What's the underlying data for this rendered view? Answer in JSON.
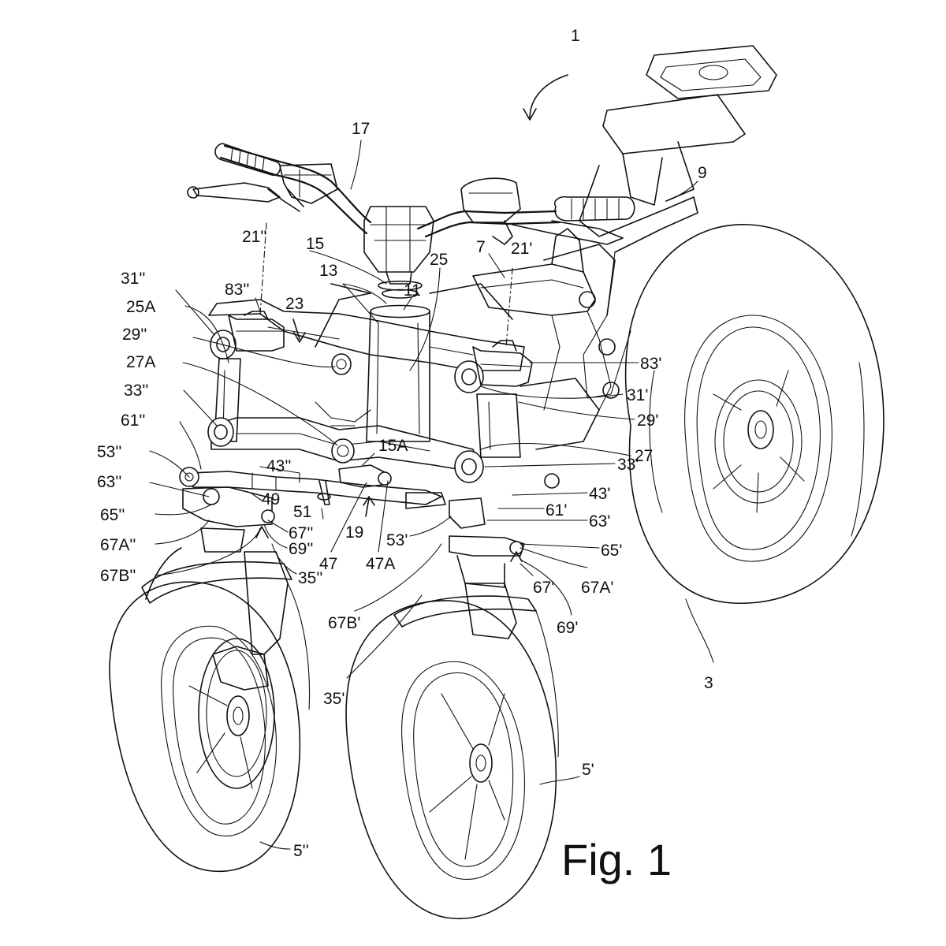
{
  "figure": {
    "caption": "Fig. 1",
    "overall_ref": "1"
  },
  "labels": [
    "1",
    "17",
    "9",
    "15",
    "25",
    "7",
    "21'",
    "21''",
    "13",
    "11",
    "83''",
    "31''",
    "25A",
    "23",
    "29''",
    "27A",
    "83'",
    "31'",
    "33''",
    "29'",
    "61''",
    "27",
    "53''",
    "43''",
    "15A",
    "33'",
    "63''",
    "43'",
    "49",
    "51",
    "61'",
    "65''",
    "67''",
    "19",
    "63'",
    "67A''",
    "53'",
    "65'",
    "69''",
    "67B''",
    "35''",
    "47",
    "47A",
    "67'",
    "67A'",
    "67B'",
    "69'",
    "35'",
    "3",
    "5'",
    "5''"
  ]
}
